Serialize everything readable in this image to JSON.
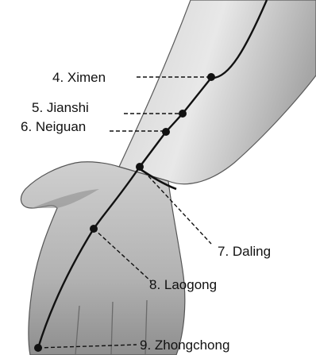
{
  "diagram": {
    "meridian_points": [
      {
        "label": "4.  Ximen"
      },
      {
        "label": "5.  Jianshi"
      },
      {
        "label": "6.  Neiguan"
      },
      {
        "label": "7.  Daling"
      },
      {
        "label": "8.  Laogong"
      },
      {
        "label": "9.  Zhongchong"
      }
    ]
  },
  "colors": {
    "ink": "#111111",
    "skin_light": "#e4e4e4",
    "skin_mid": "#b5b5b5",
    "skin_dark": "#6e6e6e"
  }
}
